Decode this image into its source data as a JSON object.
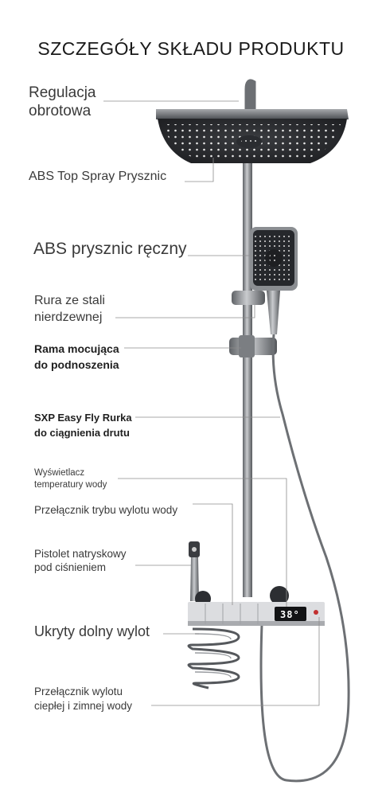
{
  "title": "SZCZEGÓŁY SKŁADU PRODUKTU",
  "labels": {
    "rotation": "Regulacja\nobrotowa",
    "top_spray": "ABS Top Spray Prysznic",
    "hand_shower": "ABS prysznic ręczny",
    "steel_pipe": "Rura ze stali\nnierdzewnej",
    "lift_frame": "Rama mocująca\ndo podnoszenia",
    "hose": "SXP Easy Fly Rurka\ndo ciągnienia drutu",
    "temp_display": "Wyświetlacz\ntemperatury wody",
    "mode_switch": "Przełącznik trybu wylotu wody",
    "spray_gun": "Pistolet natryskowy\npod ciśnieniem",
    "hidden_outlet": "Ukryty dolny wylot",
    "hot_cold_switch": "Przełącznik wylotu\nciepłej i zimnej wody"
  },
  "display_value": "38°",
  "colors": {
    "chrome": "#8a8d91",
    "head": "#2b2d31",
    "panel": "#d9dadc",
    "leader": "#8c8c8c"
  }
}
